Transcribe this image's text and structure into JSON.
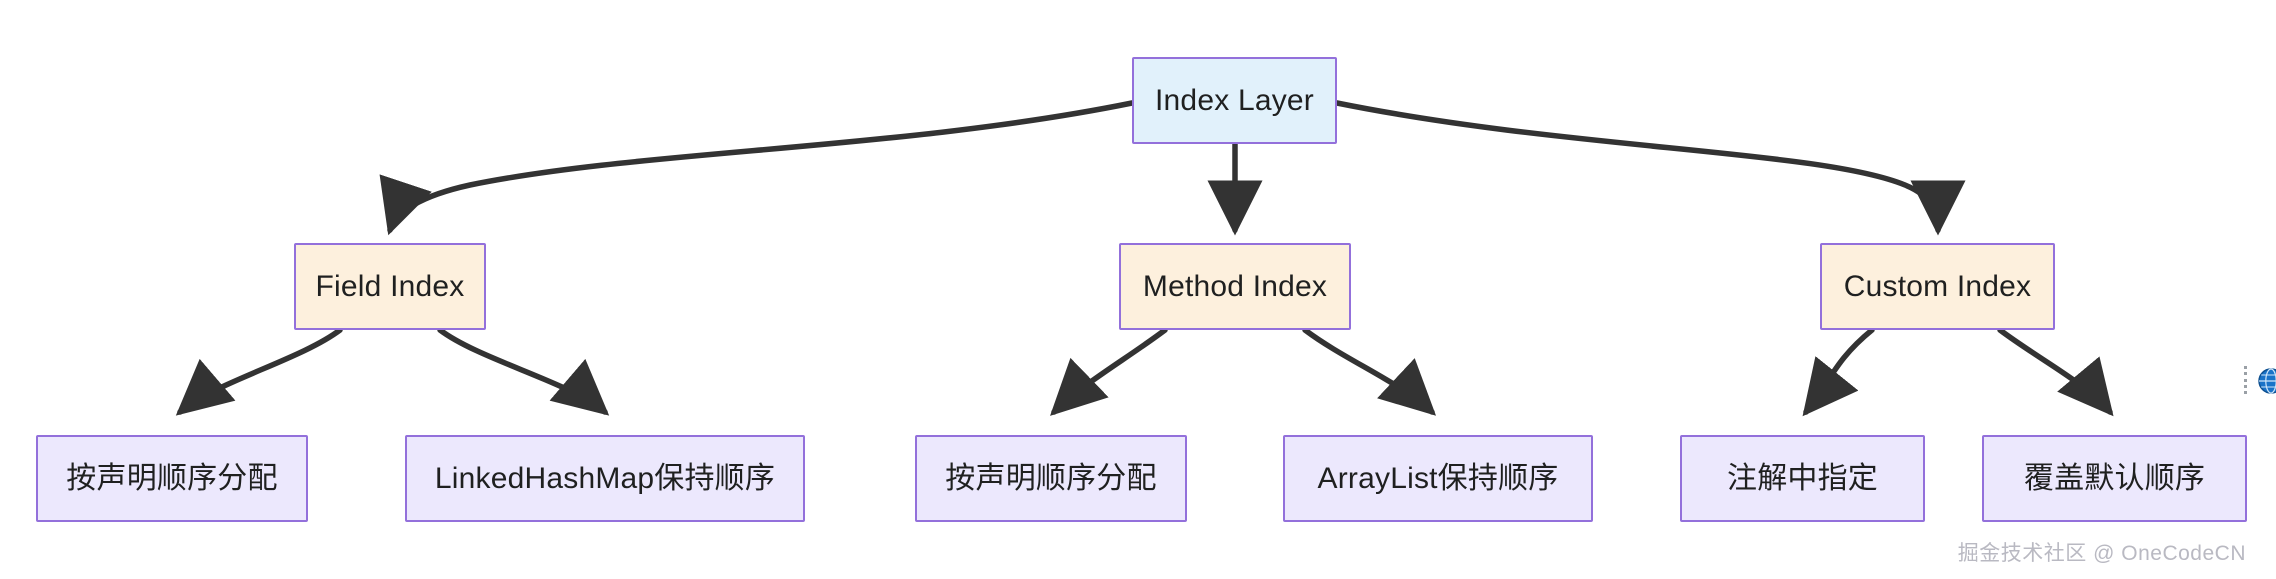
{
  "diagram": {
    "type": "flowchart",
    "direction": "top-down",
    "title": "Index Layer hierarchy",
    "colors": {
      "background": "#ffffff",
      "node_border": "#9370db",
      "root_fill": "#e1f1fb",
      "mid_fill": "#fdf0dd",
      "leaf_fill": "#ece8fd",
      "edge_stroke": "#333333",
      "label_text": "#1f2020",
      "watermark_text": "#b9b9c2"
    },
    "nodes": {
      "root": {
        "id": "index-layer",
        "label": "Index Layer",
        "level": 0
      },
      "mid": [
        {
          "id": "field-index",
          "label": "Field Index",
          "level": 1
        },
        {
          "id": "method-index",
          "label": "Method Index",
          "level": 1
        },
        {
          "id": "custom-index",
          "label": "Custom Index",
          "level": 1
        }
      ],
      "leaves": [
        {
          "id": "field-declaration-order",
          "label": "按声明顺序分配",
          "level": 2,
          "parent": "field-index"
        },
        {
          "id": "linkedhashmap-order",
          "label": "LinkedHashMap保持顺序",
          "level": 2,
          "parent": "field-index"
        },
        {
          "id": "method-declaration-order",
          "label": "按声明顺序分配",
          "level": 2,
          "parent": "method-index"
        },
        {
          "id": "arraylist-order",
          "label": "ArrayList保持顺序",
          "level": 2,
          "parent": "method-index"
        },
        {
          "id": "annotation-specified",
          "label": "注解中指定",
          "level": 2,
          "parent": "custom-index"
        },
        {
          "id": "override-default-order",
          "label": "覆盖默认顺序",
          "level": 2,
          "parent": "custom-index"
        }
      ]
    },
    "edges": [
      {
        "from": "index-layer",
        "to": "field-index",
        "arrow": "filled-triangle"
      },
      {
        "from": "index-layer",
        "to": "method-index",
        "arrow": "filled-triangle"
      },
      {
        "from": "index-layer",
        "to": "custom-index",
        "arrow": "filled-triangle"
      },
      {
        "from": "field-index",
        "to": "field-declaration-order",
        "arrow": "filled-triangle"
      },
      {
        "from": "field-index",
        "to": "linkedhashmap-order",
        "arrow": "filled-triangle"
      },
      {
        "from": "method-index",
        "to": "method-declaration-order",
        "arrow": "filled-triangle"
      },
      {
        "from": "method-index",
        "to": "arraylist-order",
        "arrow": "filled-triangle"
      },
      {
        "from": "custom-index",
        "to": "annotation-specified",
        "arrow": "filled-triangle"
      },
      {
        "from": "custom-index",
        "to": "override-default-order",
        "arrow": "filled-triangle"
      }
    ]
  },
  "watermark": {
    "text": "掘金技术社区 @ OneCodeCN"
  },
  "overlay": {
    "favicon_name": "globe-icon"
  }
}
